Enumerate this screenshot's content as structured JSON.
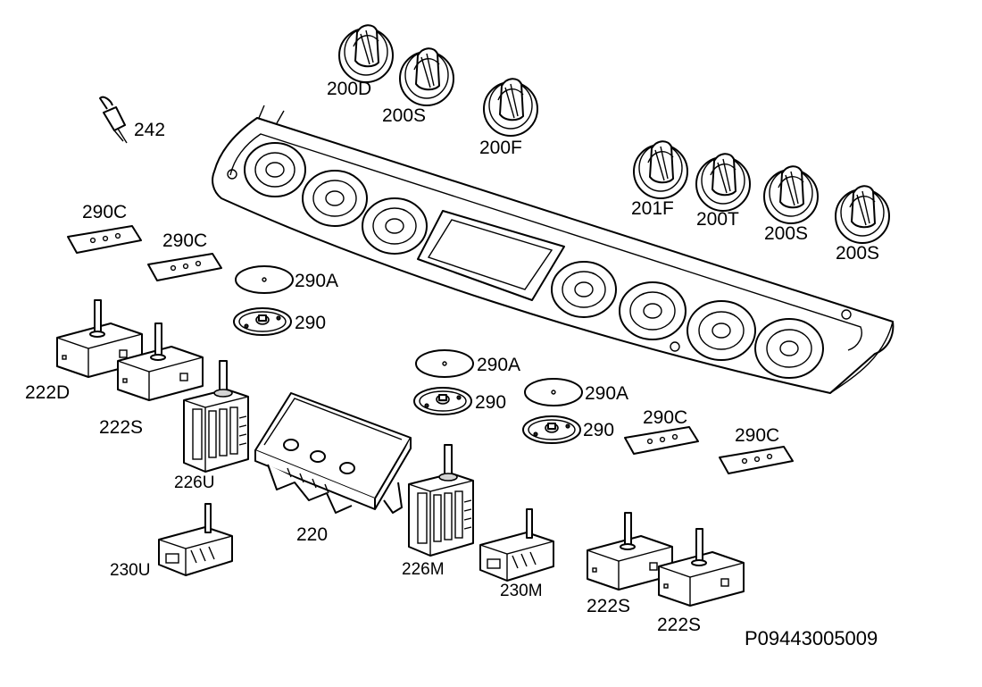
{
  "drawing_ref": "P09443005009",
  "labels": {
    "knob_200D": "200D",
    "knob_200S_top": "200S",
    "knob_200F": "200F",
    "knob_201F": "201F",
    "knob_200T": "200T",
    "knob_200S_right1": "200S",
    "knob_200S_right2": "200S",
    "probe_242": "242",
    "pad_290C_1": "290C",
    "pad_290C_2": "290C",
    "pad_290C_3": "290C",
    "pad_290C_4": "290C",
    "disc_290A_1": "290A",
    "disc_290A_2": "290A",
    "disc_290A_3": "290A",
    "gear_290_1": "290",
    "gear_290_2": "290",
    "gear_290_3": "290",
    "reg_222D": "222D",
    "reg_222S_left": "222S",
    "reg_222S_right1": "222S",
    "reg_222S_right2": "222S",
    "switch_226U": "226U",
    "switch_226M": "226M",
    "timer_220": "220",
    "thermo_230U": "230U",
    "thermo_230M": "230M"
  }
}
